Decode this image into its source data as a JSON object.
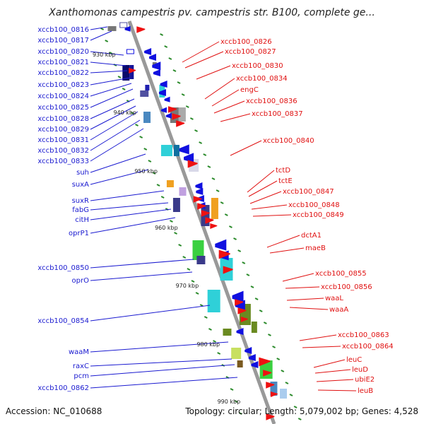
{
  "header": {
    "title": "Xanthomonas campestris pv. campestris str. B100, complete ge..."
  },
  "footer": {
    "accession": "Accession: NC_010688",
    "summary": "Topology: circular; Length: 5,079,002 bp; Genes: 4,528"
  },
  "colors": {
    "forward_label": "#1a1ad0",
    "reverse_label": "#e01010",
    "forward_arrow": "#1010e0",
    "reverse_arrow": "#ee1111",
    "backbone": "#999999",
    "tick": "#2a8a2a"
  },
  "scale_labels": [
    "930 kbp",
    "940 kbp",
    "950 kbp",
    "960 kbp",
    "970 kbp",
    "980 kbp",
    "990 kbp"
  ],
  "left_labels": [
    "xccb100_0816",
    "xccb100_0817",
    "xccb100_0820",
    "xccb100_0821",
    "xccb100_0822",
    "xccb100_0823",
    "xccb100_0824",
    "xccb100_0825",
    "xccb100_0828",
    "xccb100_0829",
    "xccb100_0831",
    "xccb100_0832",
    "xccb100_0833",
    "suh",
    "suxA",
    "suxR",
    "fabG",
    "citH",
    "oprP1",
    "xccb100_0850",
    "oprO",
    "xccb100_0854",
    "waaM",
    "raxC",
    "pcm",
    "xccb100_0862"
  ],
  "right_labels": [
    "xccb100_0826",
    "xccb100_0827",
    "xccb100_0830",
    "xccb100_0834",
    "engC",
    "xccb100_0836",
    "xccb100_0837",
    "xccb100_0840",
    "tctD",
    "tctE",
    "xccb100_0847",
    "xccb100_0848",
    "xccb100_0849",
    "dctA1",
    "maeB",
    "xccb100_0855",
    "xccb100_0856",
    "waaL",
    "waaA",
    "xccb100_0863",
    "xccb100_0864",
    "leuC",
    "leuD",
    "ubiE2",
    "leuB"
  ]
}
